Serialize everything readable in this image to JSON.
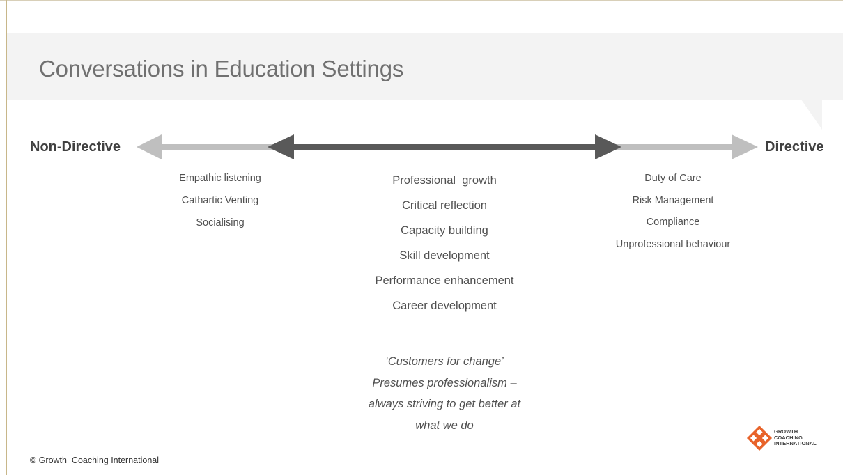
{
  "slide": {
    "title": "Conversations in Education Settings",
    "left_label": "Non-Directive",
    "right_label": "Directive",
    "left_items": [
      "Empathic listening",
      "Cathartic Venting",
      "Socialising"
    ],
    "middle_items": [
      "Professional  growth",
      "Critical reflection",
      "Capacity building",
      "Skill development",
      "Performance enhancement",
      "Career development"
    ],
    "right_items": [
      "Duty of Care",
      "Risk Management",
      "Compliance",
      "Unprofessional behaviour"
    ],
    "quote_lines": [
      "‘Customers for change’",
      "Presumes professionalism –",
      "always striving to get better at",
      "what we do"
    ],
    "copyright": "© Growth  Coaching International",
    "logo": {
      "icon": "diamond-lattice-logo-icon",
      "lines": [
        "GROWTH",
        "COACHING",
        "INTERNATIONAL"
      ]
    }
  },
  "colors": {
    "title": "#707070",
    "title_band": "#f3f3f3",
    "outer_arrow": "#bfbfbf",
    "inner_arrow": "#595959",
    "logo": "#e8632a"
  }
}
